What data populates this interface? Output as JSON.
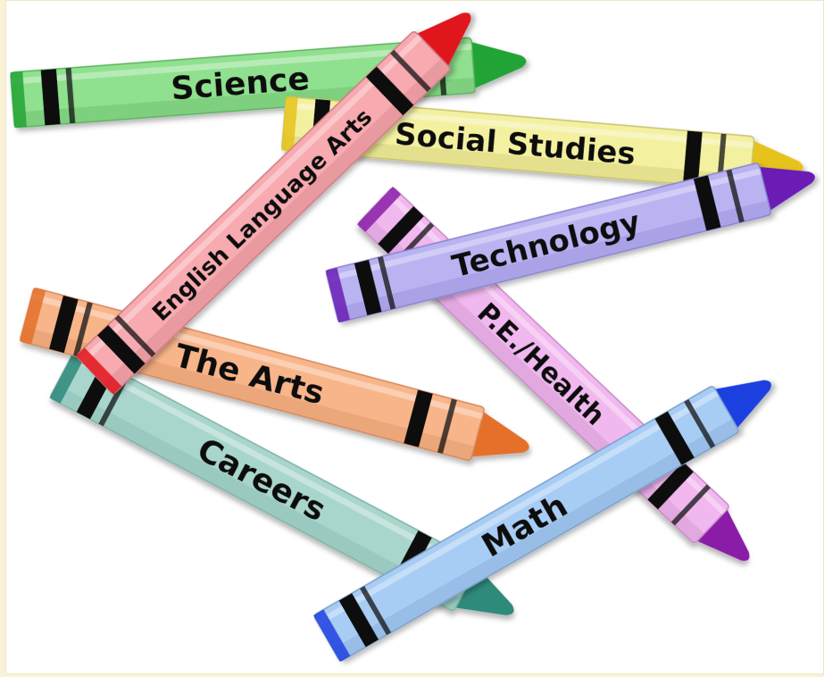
{
  "crayons": [
    {
      "id": "careers",
      "label": "Careers",
      "body": "#a9d6cc",
      "tip": "#2e8a7a",
      "stripe": "#111111",
      "shade": "#7fb3a8"
    },
    {
      "id": "the-arts",
      "label": "The Arts",
      "body": "#f8b58a",
      "tip": "#e4702a",
      "stripe": "#111111",
      "shade": "#d48a5c"
    },
    {
      "id": "science",
      "label": "Science",
      "body": "#8fe08f",
      "tip": "#23a336",
      "stripe": "#111111",
      "shade": "#5fb35f"
    },
    {
      "id": "social-studies",
      "label": "Social Studies",
      "body": "#f3f0a0",
      "tip": "#e6c21a",
      "stripe": "#111111",
      "shade": "#c9c46c"
    },
    {
      "id": "pe-health",
      "label": "P.E./Health",
      "body": "#f1b8ef",
      "tip": "#8a1fa8",
      "stripe": "#111111",
      "shade": "#c78ac6"
    },
    {
      "id": "technology",
      "label": "Technology",
      "body": "#b9b3f2",
      "tip": "#6a1fb5",
      "stripe": "#111111",
      "shade": "#8b84d0"
    },
    {
      "id": "english-language-arts",
      "label": "English Language Arts",
      "body": "#f7aab0",
      "tip": "#e0141c",
      "stripe": "#111111",
      "shade": "#cf7c83"
    },
    {
      "id": "math",
      "label": "Math",
      "body": "#a8cdf4",
      "tip": "#1f3fe0",
      "stripe": "#111111",
      "shade": "#7aa0cc"
    }
  ]
}
